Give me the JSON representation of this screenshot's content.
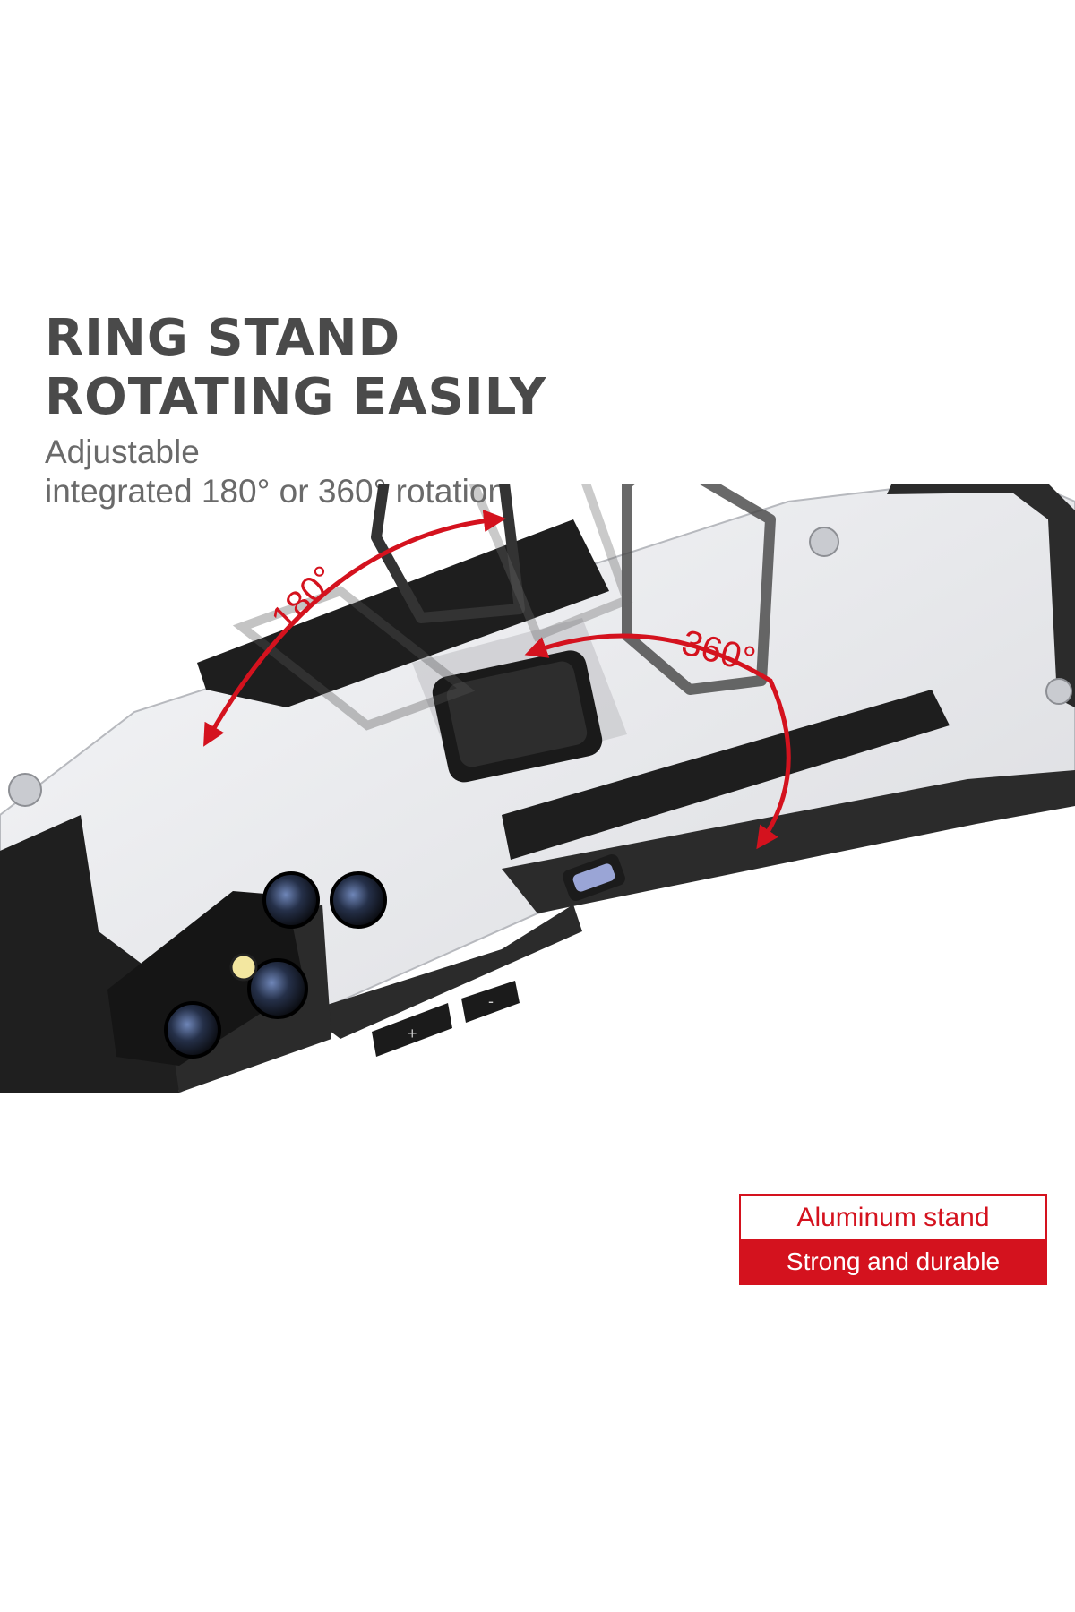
{
  "headline": {
    "line1": "RING STAND",
    "line2": "ROTATING EASILY"
  },
  "subtitle": {
    "line1": "Adjustable",
    "line2": "integrated 180° or 360° rotation"
  },
  "rotation_labels": {
    "flip": "180°",
    "spin": "360°"
  },
  "badge": {
    "top": "Aluminum stand",
    "bottom": "Strong and durable"
  },
  "phone_buttons": {
    "plus": "+",
    "minus": "-"
  },
  "colors": {
    "accent": "#d4121e",
    "headline": "#4a4a4a",
    "case_body": "#e9eaed",
    "case_bumper": "#2b2b2b"
  }
}
